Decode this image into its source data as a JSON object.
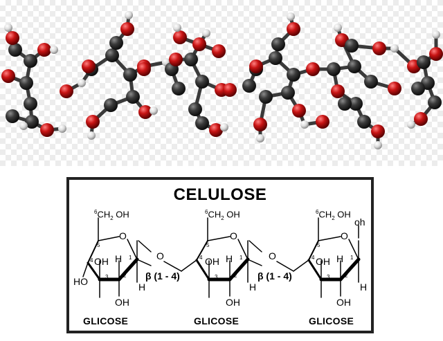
{
  "title": "CELULOSE",
  "glucose_label": "GLICOSE",
  "link_label": "β (1 - 4)",
  "group_ch2oh": {
    "sup": "6",
    "text": "CH",
    "sub": "2",
    "tail": " OH"
  },
  "oh": "OH",
  "ho": "HO",
  "h": "H",
  "o": "O",
  "oh_lower": "oh",
  "ring_numbers": [
    "1",
    "2",
    "3",
    "4",
    "5"
  ],
  "atom_colors": {
    "carbon": "#2b2b2b",
    "oxygen": "#c21414",
    "hydrogen": "#e6e6e6"
  }
}
